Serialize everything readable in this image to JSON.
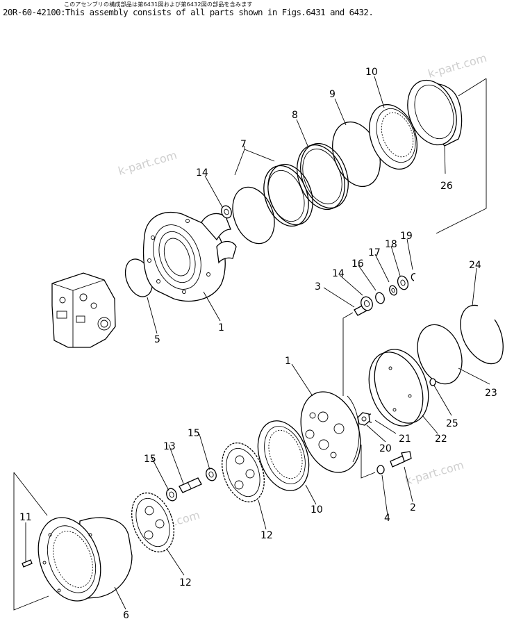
{
  "header": {
    "japanese_note": "このアセンブリの構成部品は第6431図および第6432図の部品を含みます",
    "assembly_note": "20R-60-42100:This assembly consists of all parts shown in Figs.6431 and 6432."
  },
  "watermarks": [
    "k-part.com",
    "k-part.com",
    "k-part.com",
    "k-part.com"
  ],
  "callouts": [
    {
      "id": "c1a",
      "label": "1"
    },
    {
      "id": "c1b",
      "label": "1"
    },
    {
      "id": "c2",
      "label": "2"
    },
    {
      "id": "c3",
      "label": "3"
    },
    {
      "id": "c4",
      "label": "4"
    },
    {
      "id": "c5",
      "label": "5"
    },
    {
      "id": "c6",
      "label": "6"
    },
    {
      "id": "c7",
      "label": "7"
    },
    {
      "id": "c8",
      "label": "8"
    },
    {
      "id": "c9",
      "label": "9"
    },
    {
      "id": "c10a",
      "label": "10"
    },
    {
      "id": "c10b",
      "label": "10"
    },
    {
      "id": "c11",
      "label": "11"
    },
    {
      "id": "c12a",
      "label": "12"
    },
    {
      "id": "c12b",
      "label": "12"
    },
    {
      "id": "c13",
      "label": "13"
    },
    {
      "id": "c14a",
      "label": "14"
    },
    {
      "id": "c14b",
      "label": "14"
    },
    {
      "id": "c15a",
      "label": "15"
    },
    {
      "id": "c15b",
      "label": "15"
    },
    {
      "id": "c16",
      "label": "16"
    },
    {
      "id": "c17",
      "label": "17"
    },
    {
      "id": "c18",
      "label": "18"
    },
    {
      "id": "c19",
      "label": "19"
    },
    {
      "id": "c20",
      "label": "20"
    },
    {
      "id": "c21",
      "label": "21"
    },
    {
      "id": "c22",
      "label": "22"
    },
    {
      "id": "c23",
      "label": "23"
    },
    {
      "id": "c24",
      "label": "24"
    },
    {
      "id": "c25",
      "label": "25"
    },
    {
      "id": "c26",
      "label": "26"
    }
  ]
}
